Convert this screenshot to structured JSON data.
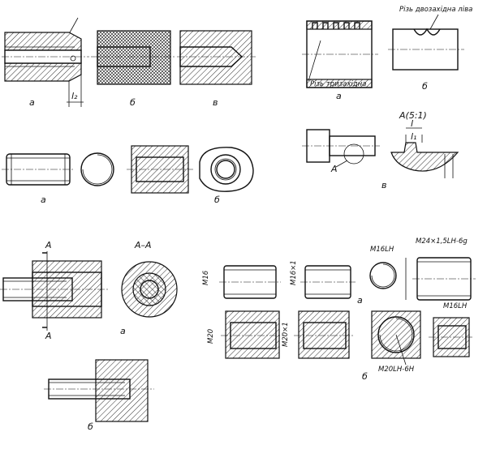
{
  "labels": {
    "a": "а",
    "b": "б",
    "v": "в",
    "l2": "l₂",
    "l": "l",
    "l1": "l₁",
    "A": "A",
    "section_AA": "A–A",
    "view_A": "A(5:1)",
    "thread_triple": "Різь тризахідна",
    "thread_double_left": "Різь двозахідна ліва",
    "m16": "M16",
    "m16x1": "M16×1",
    "m16lh": "M16LH",
    "m24": "M24×1,5LH-6g",
    "m20": "M20",
    "m20x1": "M20×1",
    "m20lh": "M20LH-6H",
    "m16lh2": "M16LH"
  }
}
